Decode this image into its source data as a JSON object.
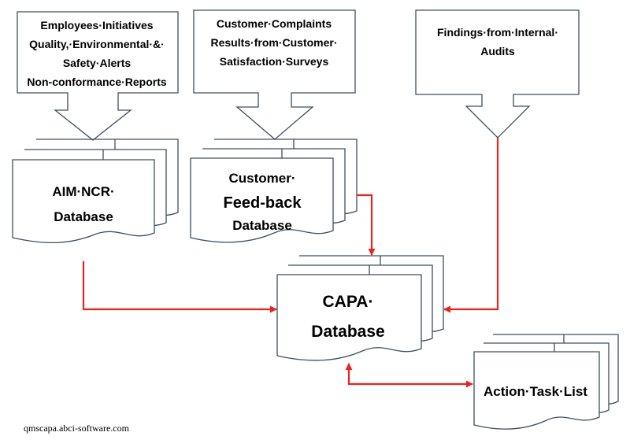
{
  "sources": {
    "employees": {
      "lines": [
        "Employees·Initiatives",
        "Quality,·Environmental·&·",
        "Safety·Alerts",
        "Non-conformance·Reports"
      ]
    },
    "customer": {
      "lines": [
        "Customer·Complaints",
        "Results·from·Customer·",
        "Satisfaction·Surveys"
      ]
    },
    "audits": {
      "lines": [
        "Findings·from·Internal·",
        "Audits"
      ]
    }
  },
  "databases": {
    "aim_ncr": {
      "line1": "AIM·NCR·",
      "line2": "Database"
    },
    "feedback": {
      "line1": "Customer·",
      "line2": "Feed-back",
      "line3": "Database"
    },
    "capa": {
      "line1": "CAPA·",
      "line2": "Database"
    },
    "action": {
      "line1": "Action·Task·List"
    }
  },
  "caption": "qmscapa.abci-software.com",
  "colors": {
    "connector": "#e8241c",
    "outline": "#3f4f60"
  }
}
